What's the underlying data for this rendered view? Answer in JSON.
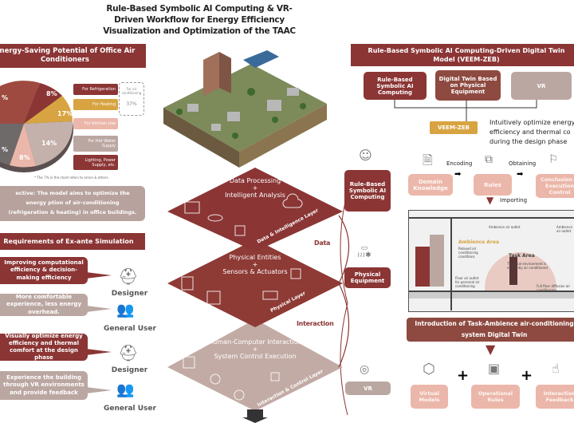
{
  "title": {
    "line1": "Rule-Based Symbolic AI Computing & VR-",
    "line2": "Driven Workflow for Energy Efficiency",
    "line3": "Visualization and Optimization of the TAAC"
  },
  "left": {
    "header": "Energy-Saving Potential of Office Air Conditioners",
    "pie": {
      "labels": [
        "%",
        "8%",
        "17%",
        "14%",
        "8%",
        "%"
      ],
      "colors": [
        "#9e4a40",
        "#8b3535",
        "#d7a441",
        "#c5b1ac",
        "#ebb7aa",
        "#6f6a6a"
      ]
    },
    "legend": [
      {
        "label": "For Refrigeration",
        "color": "#8b3535"
      },
      {
        "label": "For Heating",
        "color": "#d7a441"
      },
      {
        "label": "For Kitchen Use",
        "color": "#ebb7aa"
      },
      {
        "label": "For Hot Water Supply",
        "color": "#bba7a2"
      },
      {
        "label": "Lighting, Power Supply, etc.",
        "color": "#8b3535"
      }
    ],
    "ac_group": {
      "label": "For air conditioning",
      "value": "37%"
    },
    "footnote": "* The 7% in the chart refers to errors & others.",
    "objective": "ective: The model aims to optimize the energy ption of air-conditioning (refrigeration & heating) in office buildings.",
    "req_header": "Requirements of Ex-ante Simulation",
    "requirements": [
      {
        "text": "Improving computational efficiency & decision-making efficiency",
        "role": "Designer"
      },
      {
        "text": "More comfortable experience, less energy overhead.",
        "role": "General User"
      },
      {
        "text": "Visually optimize energy efficiency and thermal comfort at the design phase",
        "role": "Designer"
      },
      {
        "text": "Experience the building through VR environments and provide feedback",
        "role": "General User"
      }
    ]
  },
  "center": {
    "layers": [
      {
        "line1": "Data Processing",
        "plus": "+",
        "line2": "Intelligent Analysis",
        "tag": "Data & Intelligence Layer"
      },
      {
        "line1": "Physical Entities",
        "plus": "+",
        "line2": "Sensors & Actuators",
        "tag": "Physical Layer"
      },
      {
        "line1": "Human-Computer Interaction",
        "plus": "+",
        "line2": "System Control Execution",
        "tag": "Interaction & Control Layer"
      }
    ],
    "flow_data": "Data",
    "flow_interaction": "Interaction"
  },
  "right": {
    "header": "Rule-Based Symbolic AI Computing-Driven Digital Twin Model (VEEM-ZEB)",
    "components": [
      "Rule-Based Symbolic AI Computing",
      "Digital Twin Based on Physical Equipment",
      "VR"
    ],
    "veem": "VEEM-ZEB",
    "veem_desc": "Intuitively optimize energy efficiency and thermal co during the design phase",
    "side": [
      "Rule-Based Symbolic AI Computing",
      "Physical Equipment",
      "VR"
    ],
    "pipeline": {
      "domain": "Domain Knowledge",
      "encoding": "Encoding",
      "rules": "Rules",
      "obtaining": "Obtaining",
      "conclusion": "Conclusion & Execution Control",
      "importing": "Importing"
    },
    "diagram": {
      "ambience": "Ambience Area",
      "task": "Task Area",
      "n1": "Relaxed air conditioning conditions",
      "n2": "The local environment is efficiently air conditioned",
      "n3": "Floor air outlet for personal air conditioning",
      "n4": "Full floor diffusion air conditioning",
      "n5": "Ambience air outlet",
      "n6": "Ambience air outlet"
    },
    "intro": "Introduction of Task-Ambience air-conditioning system Digital Twin",
    "outputs": [
      "Virtual Models",
      "Operational Rules",
      "Interaction Feedback"
    ],
    "plus": "+"
  }
}
